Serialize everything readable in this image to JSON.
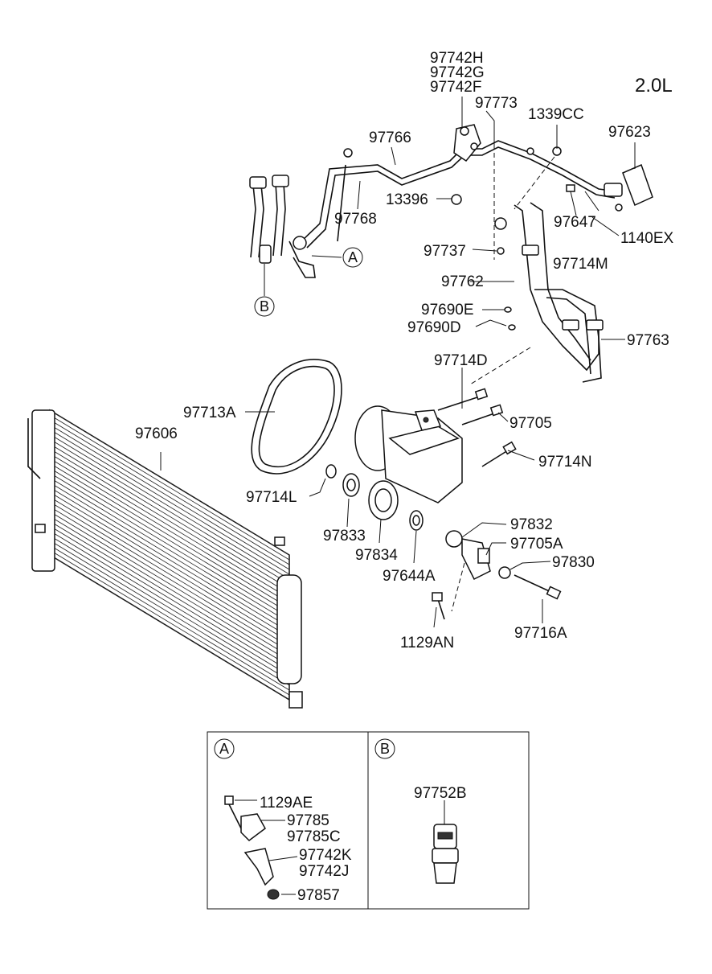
{
  "engine": "2.0L",
  "labels": {
    "97742H": "97742H",
    "97742G": "97742G",
    "97742F": "97742F",
    "97773": "97773",
    "1339CC": "1339CC",
    "97623": "97623",
    "97766": "97766",
    "13396": "13396",
    "97768": "97768",
    "97647": "97647",
    "1140EX": "1140EX",
    "97714M": "97714M",
    "97737": "97737",
    "97762": "97762",
    "97690E": "97690E",
    "97690D": "97690D",
    "97763": "97763",
    "97714D": "97714D",
    "97713A": "97713A",
    "97705": "97705",
    "97606": "97606",
    "97714N": "97714N",
    "97714L": "97714L",
    "97833": "97833",
    "97834": "97834",
    "97832": "97832",
    "97705A": "97705A",
    "97830": "97830",
    "97644A": "97644A",
    "97716A": "97716A",
    "1129AN": "1129AN",
    "1129AE": "1129AE",
    "97785": "97785",
    "97785C": "97785C",
    "97742K": "97742K",
    "97742J": "97742J",
    "97857": "97857",
    "97752B": "97752B"
  },
  "callouts": {
    "a": "A",
    "b": "B"
  }
}
